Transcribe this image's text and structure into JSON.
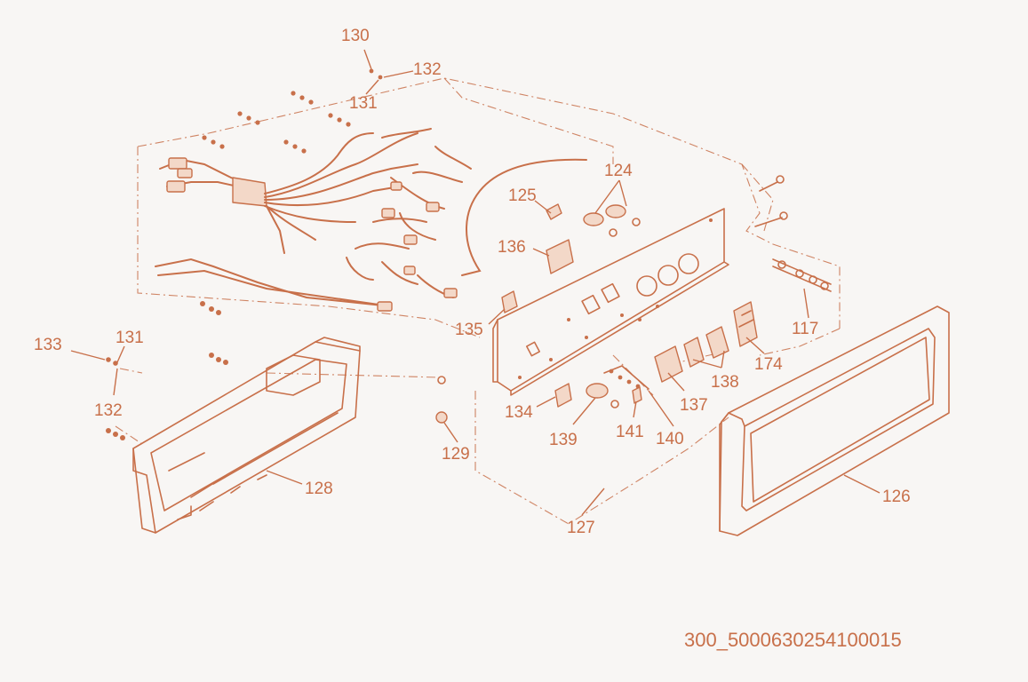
{
  "diagram": {
    "callouts": {
      "c117": "117",
      "c124": "124",
      "c125": "125",
      "c126": "126",
      "c127": "127",
      "c128": "128",
      "c129": "129",
      "c130": "130",
      "c131a": "131",
      "c131b": "131",
      "c132a": "132",
      "c132b": "132",
      "c133": "133",
      "c134": "134",
      "c135": "135",
      "c136": "136",
      "c137": "137",
      "c138": "138",
      "c139": "139",
      "c140": "140",
      "c141": "141",
      "c174": "174"
    },
    "drawing_code": "300_5000630254100015"
  }
}
